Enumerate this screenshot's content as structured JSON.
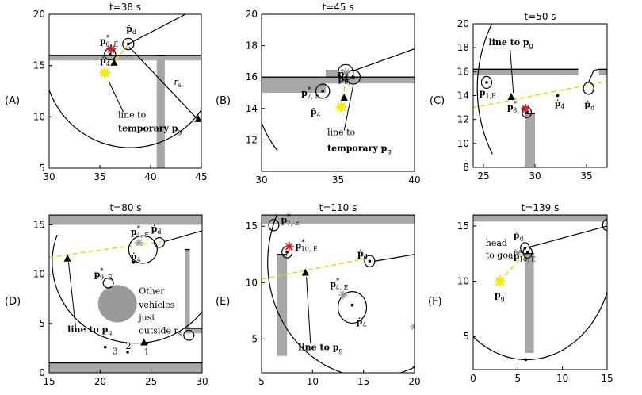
{
  "chart_data": [
    {
      "type": "scatter",
      "panel_label": "(A)",
      "title": "t=38 s",
      "xlim": [
        30,
        45
      ],
      "ylim": [
        5,
        20
      ],
      "xticks": [
        "30",
        "35",
        "40",
        "45"
      ],
      "yticks": [
        "5",
        "10",
        "15",
        "20"
      ],
      "walls": [
        [
          30,
          15.5,
          34,
          16
        ],
        [
          34,
          15.5,
          36,
          16
        ],
        [
          36,
          15.5,
          45,
          16
        ],
        [
          40.6,
          5,
          41.4,
          16
        ]
      ],
      "arc": {
        "cx": 38,
        "cy": 15.5,
        "r": 8.5,
        "from": 200,
        "to": 335
      },
      "vehicles": [
        {
          "x": 36,
          "y": 16.1,
          "r": 0.55
        },
        {
          "x": 37.8,
          "y": 17.1,
          "r": 0.55
        }
      ],
      "dots": [
        {
          "x": 36,
          "y": 16.1
        },
        {
          "x": 37.8,
          "y": 17.1
        }
      ],
      "goal": {
        "x": 35.5,
        "y": 14.3
      },
      "nominal_goal": [],
      "red_markers": [
        {
          "x": 36.1,
          "y": 16.6
        }
      ],
      "gray_markers": [],
      "triangles": [
        {
          "x": 36.4,
          "y": 15.3
        },
        {
          "x": 44.7,
          "y": 9.8
        }
      ],
      "lines": [
        {
          "pts": [
            [
              37.8,
              17.1
            ],
            [
              45,
              20.8
            ]
          ],
          "dash": false,
          "color": "#000"
        },
        {
          "pts": [
            [
              35.6,
              14.3
            ],
            [
              37.9,
              17.2
            ]
          ],
          "dash": true,
          "color": "#e6d800"
        },
        {
          "pts": [
            [
              37.9,
              16.8
            ],
            [
              44.6,
              9.8
            ]
          ],
          "dash": false,
          "color": "#000"
        }
      ],
      "annotations": [
        {
          "text": "ṗ",
          "sub": "d",
          "x": 37.6,
          "y": 18.3
        },
        {
          "text": "p",
          "sup": "*",
          "sub": "6, E",
          "x": 35.0,
          "y": 17.1
        },
        {
          "text": "ṗ",
          "sub": "4",
          "x": 35.0,
          "y": 15.2
        },
        {
          "text": "r",
          "sub": "s",
          "x": 42.3,
          "y": 13.1,
          "italic": true
        },
        {
          "text": "line to",
          "x": 36.8,
          "y": 9.9
        },
        {
          "text": "temporary p",
          "sub": "g",
          "x": 36.8,
          "y": 8.6
        }
      ],
      "pointers": [
        [
          [
            37.3,
            10.5
          ],
          [
            35.9,
            13.4
          ]
        ]
      ]
    },
    {
      "type": "scatter",
      "panel_label": "(B)",
      "title": "t=45 s",
      "xlim": [
        30,
        40
      ],
      "ylim": [
        10,
        20
      ],
      "xticks": [
        "30",
        "35",
        "40"
      ],
      "yticks": [
        "12",
        "14",
        "16",
        "18",
        "20"
      ],
      "walls": [
        [
          30,
          15,
          33.8,
          16
        ],
        [
          33.8,
          15,
          34.2,
          16
        ],
        [
          34.2,
          15.6,
          40,
          16
        ],
        [
          34.2,
          15.6,
          35.1,
          16.4
        ]
      ],
      "arc": {
        "cx": 35.8,
        "cy": 15.3,
        "r": 6.2,
        "from": 188,
        "to": 220
      },
      "vehicles": [
        {
          "x": 34.0,
          "y": 15.1,
          "r": 0.45
        },
        {
          "x": 35.5,
          "y": 16.3,
          "r": 0.5
        },
        {
          "x": 36.0,
          "y": 16.0,
          "r": 0.45
        }
      ],
      "dots": [
        {
          "x": 34.0,
          "y": 15.1
        },
        {
          "x": 35.5,
          "y": 16.3
        },
        {
          "x": 36.0,
          "y": 16.0
        }
      ],
      "goal": {
        "x": 35.2,
        "y": 14.1
      },
      "nominal_goal": [],
      "red_markers": [],
      "gray_markers": [
        {
          "x": 35.5,
          "y": 16.3
        }
      ],
      "triangles": [
        {
          "x": 35.4,
          "y": 14.7
        }
      ],
      "lines": [
        {
          "pts": [
            [
              36.0,
              16.4
            ],
            [
              40,
              17.8
            ]
          ],
          "dash": false,
          "color": "#000"
        },
        {
          "pts": [
            [
              35.2,
              14.1
            ],
            [
              35.6,
              16.3
            ]
          ],
          "dash": true,
          "color": "#e6d800"
        }
      ],
      "annotations": [
        {
          "text": "p",
          "sup": "*",
          "sub": "7, E",
          "x": 32.6,
          "y": 14.8
        },
        {
          "text": "ṗ",
          "sub": "4",
          "x": 33.2,
          "y": 13.6
        },
        {
          "text": "ṗ",
          "sub": "d",
          "x": 35.0,
          "y": 16.0
        },
        {
          "text": "p",
          "sub": "6,",
          "x": 35.0,
          "y": 15.7
        },
        {
          "text": "line to",
          "x": 34.3,
          "y": 12.3
        },
        {
          "text": "temporary p",
          "sub": "g",
          "x": 34.3,
          "y": 11.3
        }
      ],
      "pointers": [
        [
          [
            35.4,
            12.6
          ],
          [
            36.0,
            15.5
          ]
        ]
      ]
    },
    {
      "type": "scatter",
      "panel_label": "(C)",
      "title": "t=50 s",
      "xlim": [
        24,
        37
      ],
      "ylim": [
        8,
        20
      ],
      "xticks": [
        "25",
        "30",
        "35"
      ],
      "yticks": [
        "8",
        "10",
        "12",
        "14",
        "16",
        "18",
        "20"
      ],
      "walls": [
        [
          24,
          15.7,
          34.2,
          16.2
        ],
        [
          29,
          8,
          30,
          12.5
        ],
        [
          36.2,
          15.7,
          37,
          16.2
        ]
      ],
      "arc": {
        "cx": 35.4,
        "cy": 14.6,
        "r": 11,
        "from": 150,
        "to": 210
      },
      "vehicles": [
        {
          "x": 25.3,
          "y": 15.1,
          "r": 0.5
        },
        {
          "x": 29.2,
          "y": 12.6,
          "r": 0.45
        },
        {
          "x": 35.2,
          "y": 14.6,
          "r": 0.5
        }
      ],
      "dots": [
        {
          "x": 25.3,
          "y": 15.1
        },
        {
          "x": 29.2,
          "y": 12.6
        },
        {
          "x": 32.2,
          "y": 14.0
        }
      ],
      "goal": null,
      "nominal_goal": [],
      "red_markers": [
        {
          "x": 29.1,
          "y": 12.9
        }
      ],
      "gray_markers": [],
      "triangles": [
        {
          "x": 27.7,
          "y": 13.9
        }
      ],
      "lines": [
        {
          "pts": [
            [
              24,
              13.0
            ],
            [
              37,
              15.2
            ]
          ],
          "dash": true,
          "color": "#e6d800"
        },
        {
          "pts": [
            [
              35.2,
              15.1
            ],
            [
              35.7,
              16.1
            ],
            [
              36.2,
              16.2
            ]
          ],
          "dash": false,
          "color": "#000"
        }
      ],
      "annotations": [
        {
          "text": "line to p",
          "sub": "g",
          "x": 25.5,
          "y": 18.2
        },
        {
          "text": "p",
          "sub": "1,E",
          "x": 24.6,
          "y": 14.0
        },
        {
          "text": "p",
          "sup": "*",
          "sub": "8, E",
          "x": 27.3,
          "y": 12.8
        },
        {
          "text": "ṗ",
          "sub": "4",
          "x": 31.9,
          "y": 13.1
        },
        {
          "text": "ṗ",
          "sub": "d",
          "x": 34.8,
          "y": 13.0
        }
      ],
      "pointers": [
        [
          [
            27.6,
            17.8
          ],
          [
            27.9,
            14.2
          ]
        ]
      ]
    },
    {
      "type": "scatter",
      "panel_label": "(D)",
      "title": "t=80 s",
      "xlim": [
        15,
        30
      ],
      "ylim": [
        0,
        16
      ],
      "xticks": [
        "15",
        "20",
        "25",
        "30"
      ],
      "yticks": [
        "0",
        "5",
        "10",
        "15"
      ],
      "walls": [
        [
          15,
          15.0,
          30,
          16
        ],
        [
          15,
          0,
          30,
          1
        ],
        [
          28.3,
          4.0,
          30,
          4.5
        ],
        [
          28.3,
          4.0,
          28.8,
          12.5
        ]
      ],
      "arc": {
        "cx": 23.5,
        "cy": 11.2,
        "r": 8.2,
        "from": 160,
        "to": 340
      },
      "vehicles": [
        {
          "x": 24.2,
          "y": 12.5,
          "r": 1.4
        },
        {
          "x": 25.8,
          "y": 13.2,
          "r": 0.5
        },
        {
          "x": 20.8,
          "y": 9.1,
          "r": 0.5
        },
        {
          "x": 28.7,
          "y": 3.8,
          "r": 0.5
        }
      ],
      "dots": [
        {
          "x": 23.3,
          "y": 11.2
        },
        {
          "x": 20.5,
          "y": 2.6
        },
        {
          "x": 22.7,
          "y": 2.1
        },
        {
          "x": 24.6,
          "y": 3.0
        }
      ],
      "goal": null,
      "nominal_goal": [],
      "red_markers": [],
      "gray_markers": [
        {
          "x": 23.8,
          "y": 13.2
        }
      ],
      "blobs": [
        {
          "x": 21.7,
          "y": 7.0,
          "r": 1.9
        }
      ],
      "triangles": [
        {
          "x": 16.8,
          "y": 11.6
        },
        {
          "x": 24.3,
          "y": 3.1
        }
      ],
      "lines": [
        {
          "pts": [
            [
              15,
              11.7
            ],
            [
              26,
              13.3
            ]
          ],
          "dash": true,
          "color": "#e6d800"
        },
        {
          "pts": [
            [
              26.3,
              13.3
            ],
            [
              30,
              14.4
            ]
          ],
          "dash": false,
          "color": "#000"
        }
      ],
      "annotations": [
        {
          "text": "p",
          "sup": "*",
          "sub": "4, E",
          "x": 23.0,
          "y": 14.0
        },
        {
          "text": "ṗ",
          "sub": "d",
          "x": 25.0,
          "y": 14.3
        },
        {
          "text": "ṗ",
          "sub": "4",
          "x": 23.0,
          "y": 11.5
        },
        {
          "text": "p",
          "sup": "*",
          "sub": "9, E",
          "x": 19.4,
          "y": 9.7
        },
        {
          "text": "Other",
          "x": 23.8,
          "y": 8.0
        },
        {
          "text": "vehicles",
          "x": 23.8,
          "y": 6.6
        },
        {
          "text": "just",
          "x": 23.8,
          "y": 5.3
        },
        {
          "text": "outside r",
          "sub": "s",
          "x": 23.8,
          "y": 4.0
        },
        {
          "text": "line to p",
          "sub": "g",
          "x": 16.8,
          "y": 4.1
        },
        {
          "text": "2",
          "x": 22.5,
          "y": 2.4
        },
        {
          "text": "3",
          "x": 21.2,
          "y": 1.9
        },
        {
          "text": "1",
          "x": 24.3,
          "y": 1.8
        }
      ],
      "pointers": [
        [
          [
            17.6,
            4.6
          ],
          [
            16.9,
            11.2
          ]
        ]
      ]
    },
    {
      "type": "scatter",
      "panel_label": "(E)",
      "title": "t=110 s",
      "xlim": [
        5,
        20
      ],
      "ylim": [
        2,
        16
      ],
      "xticks": [
        "5",
        "10",
        "15",
        "20"
      ],
      "yticks": [
        "5",
        "10",
        "15"
      ],
      "walls": [
        [
          5,
          15.2,
          20,
          16
        ],
        [
          6.5,
          3.5,
          7.5,
          12.5
        ]
      ],
      "arc": {
        "cx": 15.8,
        "cy": 11.8,
        "r": 10.2,
        "from": 150,
        "to": 358
      },
      "vehicles": [
        {
          "x": 6.2,
          "y": 15.1,
          "r": 0.5
        },
        {
          "x": 7.5,
          "y": 12.7,
          "r": 0.5
        },
        {
          "x": 15.6,
          "y": 11.9,
          "r": 0.5
        },
        {
          "x": 13.9,
          "y": 7.8,
          "r": 1.4
        }
      ],
      "dots": [
        {
          "x": 7.5,
          "y": 12.7
        },
        {
          "x": 15.6,
          "y": 11.9
        },
        {
          "x": 13.9,
          "y": 8.0
        },
        {
          "x": 20,
          "y": 2.5
        }
      ],
      "goal": null,
      "nominal_goal": [],
      "red_markers": [
        {
          "x": 7.7,
          "y": 13.2
        }
      ],
      "gray_markers": [
        {
          "x": 13.0,
          "y": 8.9
        },
        {
          "x": 20,
          "y": 6.1
        }
      ],
      "triangles": [
        {
          "x": 9.3,
          "y": 10.9
        }
      ],
      "lines": [
        {
          "pts": [
            [
              5,
              10.3
            ],
            [
              15.6,
              12.2
            ]
          ],
          "dash": true,
          "color": "#e6d800"
        },
        {
          "pts": [
            [
              16.1,
              11.9
            ],
            [
              20,
              12.5
            ]
          ],
          "dash": false,
          "color": "#000"
        }
      ],
      "annotations": [
        {
          "text": "p",
          "sup": "*",
          "sub": "7, E",
          "x": 6.9,
          "y": 15.3
        },
        {
          "text": "p",
          "sup": "*",
          "sub": "10, E",
          "x": 8.3,
          "y": 13.0
        },
        {
          "text": "ṗ",
          "sub": "d",
          "x": 14.4,
          "y": 12.3
        },
        {
          "text": "p",
          "sup": "*",
          "sub": "4, E",
          "x": 11.7,
          "y": 9.6
        },
        {
          "text": "ṗ",
          "sub": "4",
          "x": 14.3,
          "y": 6.3
        },
        {
          "text": "line to p",
          "sub": "g",
          "x": 8.6,
          "y": 4.0
        }
      ],
      "pointers": [
        [
          [
            9.8,
            4.6
          ],
          [
            9.4,
            10.5
          ]
        ]
      ]
    },
    {
      "type": "scatter",
      "panel_label": "(F)",
      "title": "t=139 s",
      "xlim": [
        0,
        15
      ],
      "ylim": [
        2,
        16
      ],
      "xticks": [
        "0",
        "5",
        "10",
        "15"
      ],
      "yticks": [
        "5",
        "10",
        "15"
      ],
      "walls": [
        [
          0,
          15.4,
          15,
          16
        ],
        [
          5.8,
          3.5,
          6.8,
          12.5
        ]
      ],
      "arc": {
        "cx": 6.0,
        "cy": 12.6,
        "r": 9.7,
        "from": 195,
        "to": 355
      },
      "vehicles": [
        {
          "x": 5.8,
          "y": 13.0,
          "r": 0.5
        },
        {
          "x": 6.1,
          "y": 12.6,
          "r": 0.5
        },
        {
          "x": 15,
          "y": 15.1,
          "r": 0.5
        }
      ],
      "dots": [
        {
          "x": 5.8,
          "y": 13.0
        },
        {
          "x": 6.1,
          "y": 12.6
        },
        {
          "x": 5.9,
          "y": 2.9
        }
      ],
      "goal": {
        "x": 3.0,
        "y": 10.0
      },
      "nominal_goal": [],
      "red_markers": [],
      "gray_markers": [
        {
          "x": 5.0,
          "y": 12.6
        }
      ],
      "triangles": [],
      "lines": [
        {
          "pts": [
            [
              3.0,
              10.0
            ],
            [
              6.1,
              12.8
            ]
          ],
          "dash": true,
          "color": "#e6d800"
        },
        {
          "pts": [
            [
              6.3,
              13.1
            ],
            [
              15,
              15.0
            ]
          ],
          "dash": false,
          "color": "#000"
        }
      ],
      "annotations": [
        {
          "text": "ṗ",
          "sub": "d",
          "x": 4.5,
          "y": 13.9
        },
        {
          "text": "head",
          "x": 1.4,
          "y": 13.2
        },
        {
          "text": "to goal",
          "x": 1.4,
          "y": 12.1
        },
        {
          "text": "p",
          "sup": "*",
          "sub": "10, E",
          "x": 4.5,
          "y": 12.0
        },
        {
          "text": "p",
          "sub": "g",
          "x": 2.4,
          "y": 8.5
        }
      ],
      "pointers": []
    }
  ]
}
